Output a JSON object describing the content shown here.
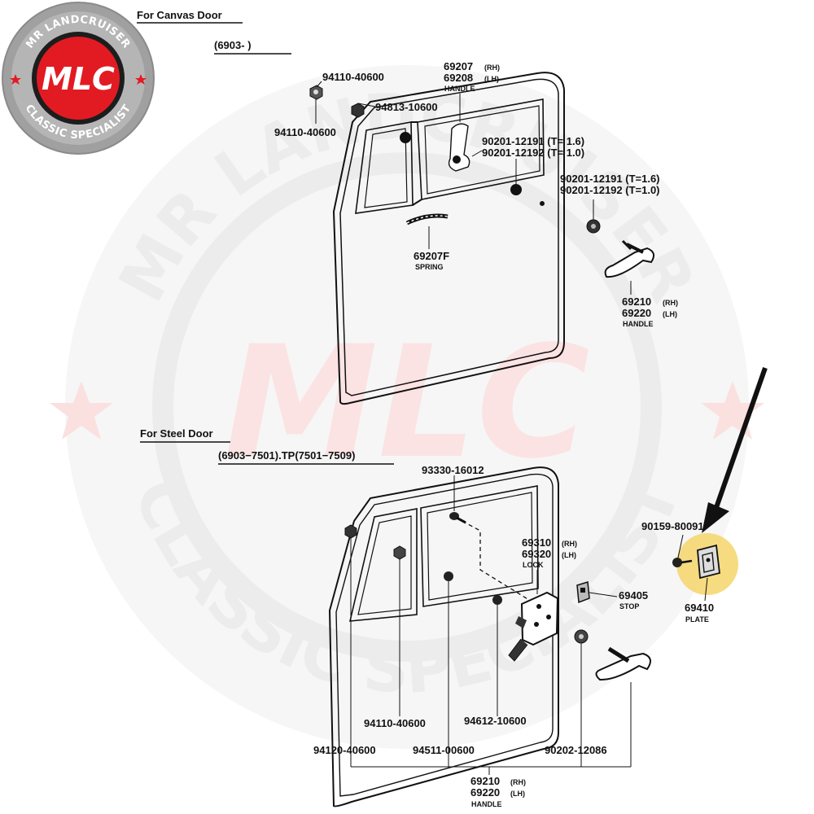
{
  "brand": {
    "top_text": "MR LANDCRUISER",
    "bottom_text": "CLASSIC SPECIALIST",
    "mark": "MLC",
    "colors": {
      "red": "#e21b23",
      "dark": "#1d1d1d",
      "gray": "#9a9a9a"
    }
  },
  "watermark": {
    "top_text": "MR LANDCRUISER",
    "bottom_text": "CLASSIC SPECIALIST",
    "mark": "MLC"
  },
  "canvas_door": {
    "heading": "For Canvas Door",
    "range": "(6903-        )",
    "parts": {
      "p94110_top": "94110-40600",
      "p94813": "94813-10600",
      "p94110_bottom": "94110-40600",
      "p69207": "69207",
      "p69207_rh": "(RH)",
      "p69208": "69208",
      "p69208_lh": "(LH)",
      "handle": "HANDLE",
      "p90201_a1": "90201-12191 (T= 1.6)",
      "p90201_a2": "90201-12192 (T= 1.0)",
      "p90201_b1": "90201-12191 (T=1.6)",
      "p90201_b2": "90201-12192 (T=1.0)",
      "p69207F": "69207F",
      "spring": "SPRING",
      "p69210": "69210",
      "p69210_rh": "(RH)",
      "p69220": "69220",
      "p69220_lh": "(LH)",
      "handle2": "HANDLE"
    }
  },
  "steel_door": {
    "heading": "For Steel Door",
    "range": "(6903−7501).TP(7501−7509)",
    "parts": {
      "p93330": "93330-16012",
      "p69310": "69310",
      "p69310_rh": "(RH)",
      "p69320": "69320",
      "p69320_lh": "(LH)",
      "lock": "LOCK",
      "p90159": "90159-80091",
      "p69405": "69405",
      "stop": "STOP",
      "p69410": "69410",
      "plate": "PLATE",
      "p94110": "94110-40600",
      "p94612": "94612-10600",
      "p94120": "94120-40600",
      "p94511": "94511-00600",
      "p90202": "90202-12086",
      "p69210": "69210",
      "p69210_rh": "(RH)",
      "p69220": "69220",
      "p69220_lh": "(LH)",
      "handle": "HANDLE"
    }
  },
  "highlight": {
    "color": "#f5d56a",
    "arrow_color": "#111111"
  }
}
